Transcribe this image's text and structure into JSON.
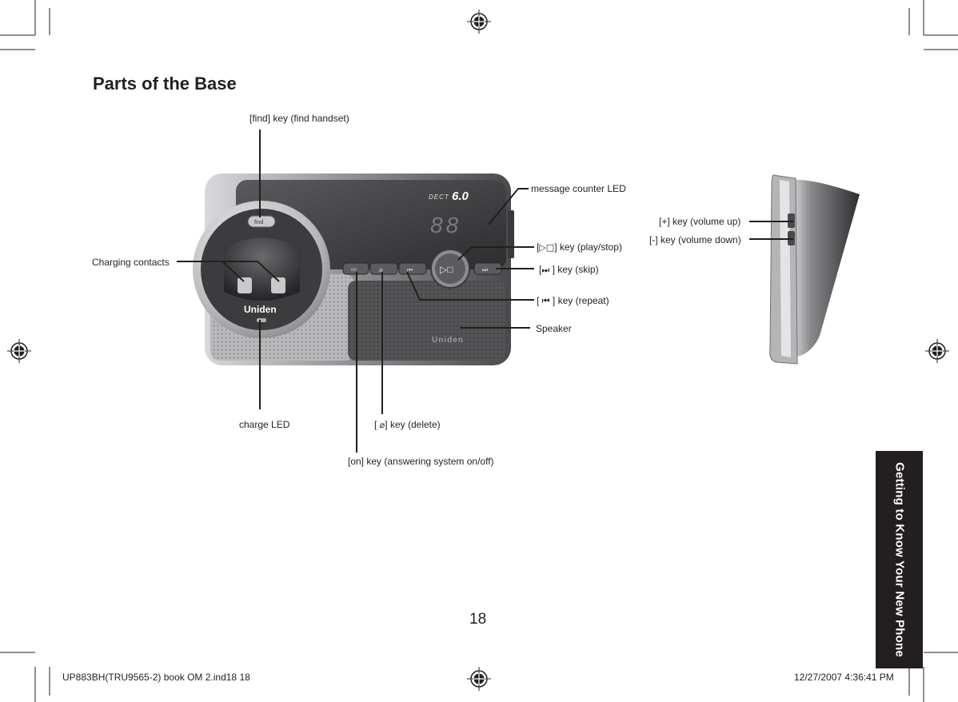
{
  "page": {
    "title": "Parts of the Base",
    "page_number": "18",
    "side_tab": "Getting to Know Your New Phone",
    "footer_left": "UP883BH(TRU9565-2) book OM 2.ind18   18",
    "footer_right": "12/27/2007   4:36:41 PM"
  },
  "base": {
    "model_badge": "DECT",
    "model_number": "6.0",
    "led_display": "88",
    "brand": "Uniden",
    "find_key": "find",
    "on_key": "on",
    "delete_glyph": "⌀",
    "repeat_glyph": "⏮",
    "skip_glyph": "⏭",
    "play_glyph": "▷□"
  },
  "callouts": {
    "find_key": "[find] key (find handset)",
    "charging_contacts": "Charging contacts",
    "message_counter": "message counter LED",
    "play_stop_prefix": "[",
    "play_stop_suffix": "] key (play/stop)",
    "skip_prefix": "[",
    "skip_suffix": " ] key (skip)",
    "repeat_prefix": "[ ",
    "repeat_suffix": " ] key (repeat)",
    "speaker": "Speaker",
    "charge_led": "charge LED",
    "delete_prefix": "[ ",
    "delete_suffix": "] key (delete)",
    "on_key": "[on] key (answering system on/off)",
    "volume_up": "[+] key (volume up)",
    "volume_down": "[-] key (volume down)"
  },
  "colors": {
    "ink": "#231f20",
    "tab_background": "#231f20",
    "device_dark": "#3a3a3c",
    "device_silver": "#c9c9cb"
  },
  "icons": [
    "registration-mark-icon",
    "play-stop-icon",
    "skip-icon",
    "repeat-icon",
    "delete-icon"
  ]
}
